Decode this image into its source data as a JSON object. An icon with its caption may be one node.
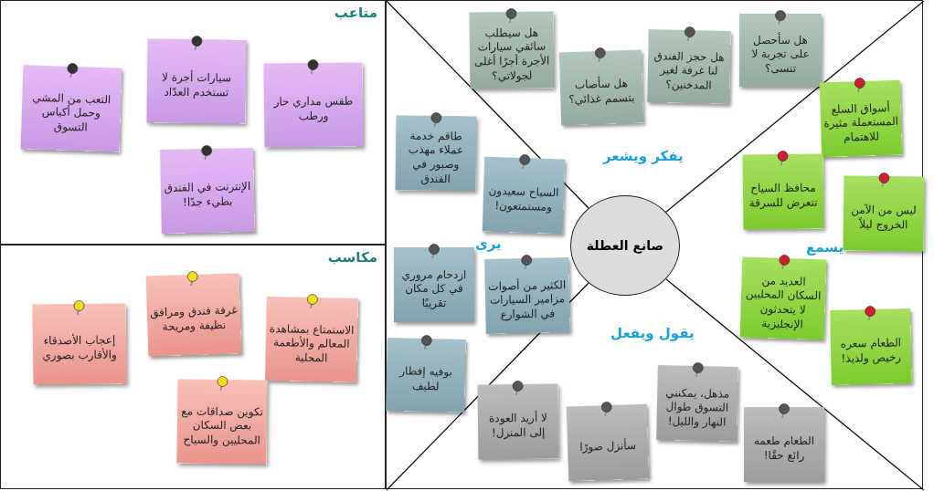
{
  "diagram": {
    "nodes": [
      {
        "text": [
          "متاعب"
        ]
      },
      {
        "text": [
          "طقس مداري حار ورطب"
        ],
        "in": 0
      },
      {
        "text": [
          "سيارات أجرة لا تستخدم العدّاد"
        ],
        "in": 0
      },
      {
        "text": [
          "التعب من المشي وحمل أكياس التسوق"
        ],
        "in": 0
      },
      {
        "text": [
          "الإنترنت في الفندق بطيء جدًا!"
        ],
        "in": 0
      },
      {
        "text": [
          "مكاسب"
        ]
      },
      {
        "text": [
          "الاستمتاع بمشاهدة المعالم والأطعمة المحلية"
        ],
        "in": 5
      },
      {
        "text": [
          "غرفة فندق ومرافق نظيفة ومريحة"
        ],
        "in": 5
      },
      {
        "text": [
          "إعجاب الأصدقاء والأقارب بصوري"
        ],
        "in": 5
      },
      {
        "text": [
          "تكوين صداقات مع بعض السكان المحليين والسياح"
        ],
        "in": 5
      },
      {
        "text": [],
        "shape": "box"
      },
      {
        "text": [
          "صانع العطلة"
        ],
        "in": 10
      },
      {
        "text": [
          "هل سأحصل على تجربة لا تنسى؟"
        ],
        "in": 10
      },
      {
        "text": [
          "هل حجز الفندق لنا غرفة لغير المدخنين؟"
        ],
        "in": 10
      },
      {
        "text": [
          "هل سأصاب بتسمم غذائي؟"
        ],
        "in": 10
      },
      {
        "text": [
          "هل سيطلب سائقي سيارات الأجرة أجرًا أغلى لجولاتي؟"
        ],
        "in": 10
      },
      {
        "text": [
          "طاقم خدمة عملاء مهذب وصبور في الفندق"
        ],
        "in": 10
      },
      {
        "text": [
          "السياح سعيدون ومستمتعون!"
        ],
        "in": 10
      },
      {
        "text": [
          "الكثير من أصوات مزامير السيارات في الشوارع"
        ],
        "in": 10
      },
      {
        "text": [
          "ازدحام مروري في كل مكان تقريبًا"
        ],
        "in": 10
      },
      {
        "text": [
          "بوفيه إفطار لطيف"
        ],
        "in": 10
      },
      {
        "text": [
          "أسواق السلع المستعملة مثيرة للاهتمام"
        ],
        "in": 10
      },
      {
        "text": [
          "محافظ السياح تتعرض للسرقة"
        ],
        "in": 10
      },
      {
        "text": [
          "ليس من الآمن الخروج ليلاً"
        ],
        "in": 10
      },
      {
        "text": [
          "العديد من السكان المحليين لا يتحدثون الإنجليزية"
        ],
        "in": 10
      },
      {
        "text": [
          "الطعام سعره رخيص ولذيذ!"
        ],
        "in": 10
      },
      {
        "text": [
          "الطعام طعمه رائع حقًا!"
        ],
        "in": 10
      },
      {
        "text": [
          "مذهل، يمكنني التسوق طوال النهار والليل!"
        ],
        "in": 10
      },
      {
        "text": [
          "سأنزل صورًا"
        ],
        "in": 10
      },
      {
        "text": [
          "لا أريد العودة إلى المنزل!"
        ],
        "in": 10
      }
    ],
    "edges": [],
    "labels": [
      "يفكر ويشعر",
      "يرى",
      "يسمع",
      "يقول ويفعل"
    ]
  }
}
